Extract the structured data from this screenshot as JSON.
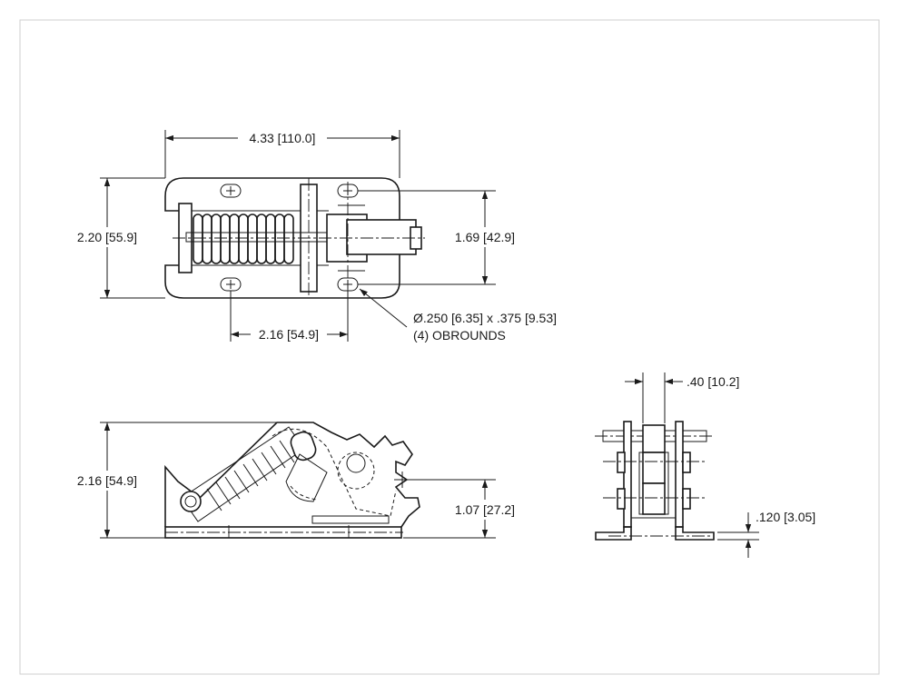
{
  "drawing": {
    "dimensions": {
      "overall_length": "4.33 [110.0]",
      "overall_width": "2.20 [55.9]",
      "hole_spacing_width": "1.69 [42.9]",
      "hole_spacing_length": "2.16 [54.9]",
      "obround_size": "Ø.250 [6.35] x .375 [9.53]",
      "obround_count": "(4) OBROUNDS",
      "side_height": "2.16 [54.9]",
      "pivot_height": "1.07 [27.2]",
      "end_width": ".40 [10.2]",
      "plate_thickness": ".120 [3.05]"
    }
  }
}
